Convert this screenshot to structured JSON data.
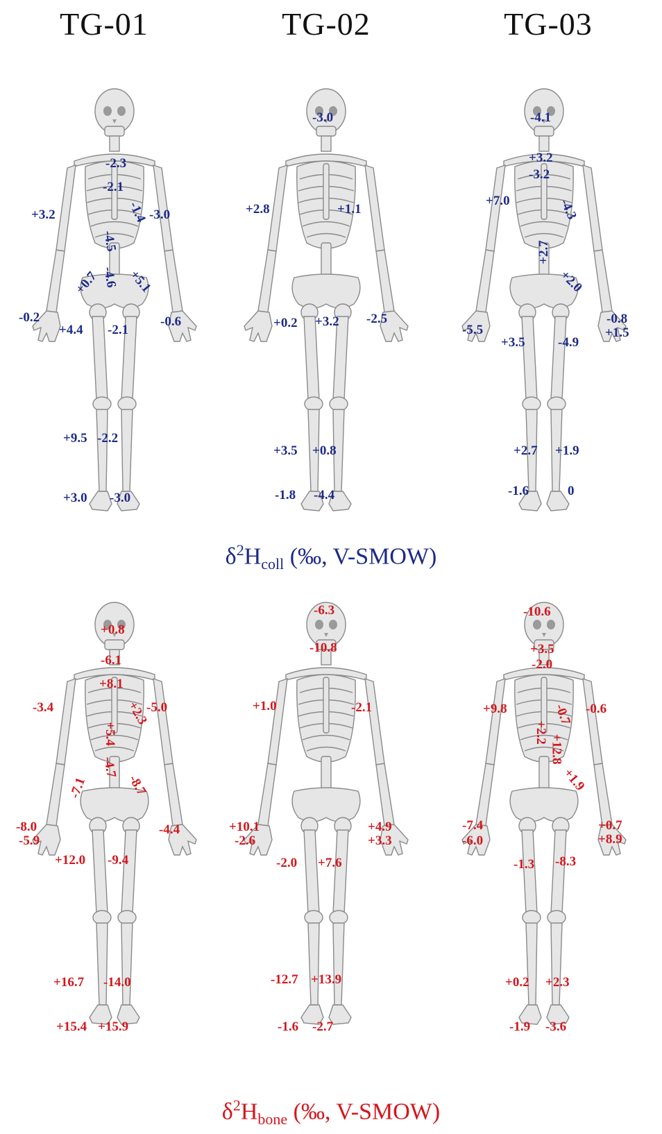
{
  "columns": [
    "TG-01",
    "TG-02",
    "TG-03"
  ],
  "captions": {
    "coll": {
      "prefix": "δ",
      "sup": "2",
      "main": "H",
      "sub": "coll",
      "suffix": " (‰, V-SMOW)",
      "color": "#1c2a86"
    },
    "bone": {
      "prefix": "δ",
      "sup": "2",
      "main": "H",
      "sub": "bone",
      "suffix": " (‰, V-SMOW)",
      "color": "#d4161c"
    }
  },
  "coll_values": {
    "tg01": {
      "skull": "",
      "mandible": "-2.3",
      "upper_spine": "-2.1",
      "left_humerus": "+3.2",
      "rib": "-1.4",
      "right_humerus": "-3.0",
      "thoracic": "-4.5",
      "lumbar": "-4.6",
      "left_pelvis": "+0.7",
      "right_pelvis": "+5.1",
      "left_hand": "-0.2",
      "right_hand": "-0.6",
      "left_femur": "+4.4",
      "right_femur": "-2.1",
      "left_tibia": "+9.5",
      "right_tibia": "-2.2",
      "left_foot": "+3.0",
      "right_foot": "-3.0"
    },
    "tg02": {
      "skull": "-3.0",
      "left_humerus": "+2.8",
      "right_humerus": "+1.1",
      "right_hand": "-2.5",
      "left_femur": "+0.2",
      "right_femur": "+3.2",
      "left_tibia": "+3.5",
      "right_tibia": "+0.8",
      "left_foot": "-1.8",
      "right_foot": "-4.4"
    },
    "tg03": {
      "skull": "-4.1",
      "mandible": "+3.2",
      "upper_spine": "-3.2",
      "left_humerus": "+7.0",
      "rib": "-4.3",
      "thoracic": "+2.7",
      "right_pelvis": "+2.0",
      "left_hand": "-5.5",
      "right_hand_a": "-0.8",
      "right_hand_b": "+1.5",
      "left_femur": "+3.5",
      "right_femur": "-4.9",
      "left_tibia": "+2.7",
      "right_tibia": "+1.9",
      "left_foot": "-1.6",
      "right_foot": "0"
    }
  },
  "bone_values": {
    "tg01": {
      "skull": "+0.8",
      "mandible": "-6.1",
      "upper_spine": "+8.1",
      "left_humerus": "-3.4",
      "rib": "+2.3",
      "right_humerus": "-5.0",
      "thoracic": "+5.4",
      "lumbar": "-4.7",
      "left_pelvis": "-7.1",
      "right_pelvis": "-8.7",
      "left_hand_a": "-8.0",
      "left_hand_b": "-5.9",
      "right_hand": "-4.4",
      "left_femur": "+12.0",
      "right_femur": "-9.4",
      "left_tibia": "+16.7",
      "right_tibia": "-14.0",
      "left_foot": "+15.4",
      "right_foot": "+15.9"
    },
    "tg02": {
      "skull": "-6.3",
      "mandible": "-10.8",
      "left_humerus": "+1.0",
      "right_humerus": "-2.1",
      "left_hand_a": "+10.1",
      "left_hand_b": "-2.6",
      "right_hand_a": "+4.9",
      "right_hand_b": "+3.3",
      "left_femur": "-2.0",
      "right_femur": "+7.6",
      "left_tibia": "-12.7",
      "right_tibia": "+13.9",
      "left_foot": "-1.6",
      "right_foot": "-2.7"
    },
    "tg03": {
      "skull": "-10.6",
      "mandible": "+3.5",
      "upper_spine": "-2.0",
      "left_humerus": "+9.8",
      "rib": "-0.7",
      "right_humerus": "-0.6",
      "thoracic_a": "+2.2",
      "thoracic_b": "+12.8",
      "right_pelvis": "+1.9",
      "left_hand_a": "-7.4",
      "left_hand_b": "-6.0",
      "right_hand_a": "+0.7",
      "right_hand_b": "+8.9",
      "left_femur": "-1.3",
      "right_femur": "-8.3",
      "left_tibia": "+0.2",
      "right_tibia": "+2.3",
      "left_foot": "-1.9",
      "right_foot": "-3.6"
    }
  }
}
